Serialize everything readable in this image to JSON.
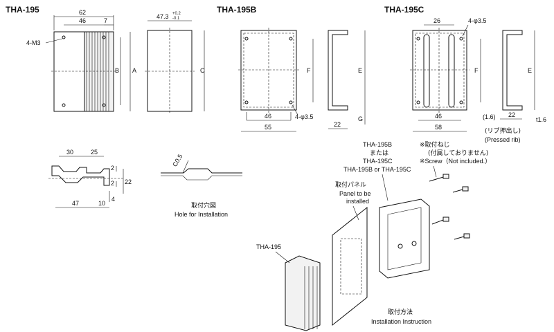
{
  "titles": {
    "tha195": "THA-195",
    "tha195b": "THA-195B",
    "tha195c": "THA-195C"
  },
  "dims": {
    "d62": "62",
    "d46": "46",
    "d7": "7",
    "m3": "4-M3",
    "B": "B",
    "A": "A",
    "d473": "47.3",
    "tol_plus": "+0.2",
    "tol_minus": "-0.1",
    "C": "C",
    "F": "F",
    "E": "E",
    "G": "G",
    "phi35": "4-φ3.5",
    "d55": "55",
    "d22": "22",
    "d26": "26",
    "d58": "58",
    "d16": "(1.6)",
    "t16": "t1.6",
    "d30": "30",
    "d25": "25",
    "d2a": "2",
    "d2b": "2",
    "d22v": "22",
    "d4": "4",
    "d47": "47",
    "d10": "10",
    "c05": "C0.5"
  },
  "labels": {
    "rib_jp": "(リブ押出し)",
    "rib_en": "(Pressed rib)",
    "hole_jp": "取付穴図",
    "hole_en": "Hole for Installation",
    "b_or_c_1": "THA-195B",
    "b_or_c_2": "または",
    "b_or_c_3": "THA-195C",
    "b_or_c_4": "THA-195B or THA-195C",
    "screw_jp1": "※取付ねじ",
    "screw_jp2": "(付属しておりません)",
    "screw_en": "※Screw（Not included.）",
    "panel_jp": "取付パネル",
    "panel_en1": "Panel to be",
    "panel_en2": "installed",
    "tha195_label": "THA-195",
    "install_jp": "取付方法",
    "install_en": "Installation Instruction"
  }
}
